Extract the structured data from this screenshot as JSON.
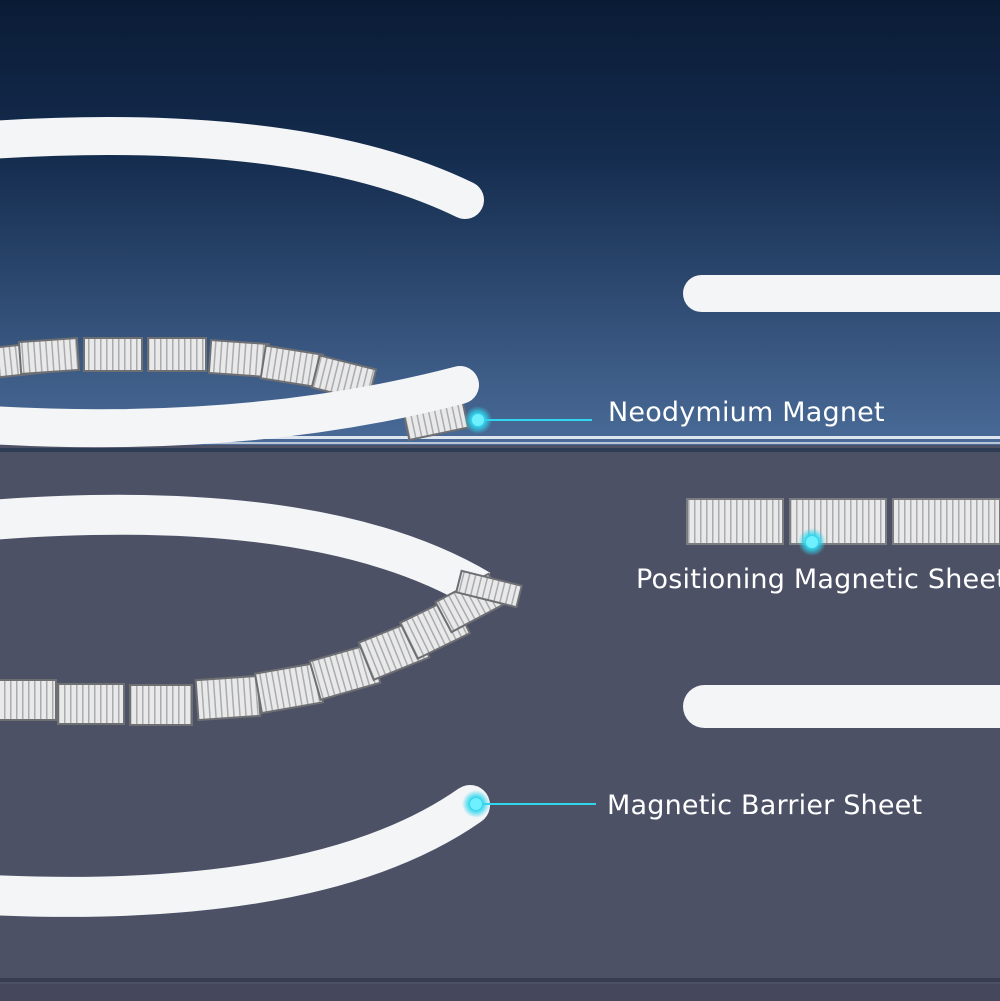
{
  "labels": {
    "neodymium": "Neodymium Magnet",
    "positioning": "Positioning Magnetic Sheet",
    "barrier": "Magnetic Barrier Sheet"
  },
  "colors": {
    "top_bg_start": "#0a1b35",
    "top_bg_end": "#4a6b98",
    "bottom_bg": "#4d5166",
    "ring": "#f4f5f7",
    "accent": "#2fd6ee"
  },
  "icons": [
    "callout-dot-icon"
  ]
}
